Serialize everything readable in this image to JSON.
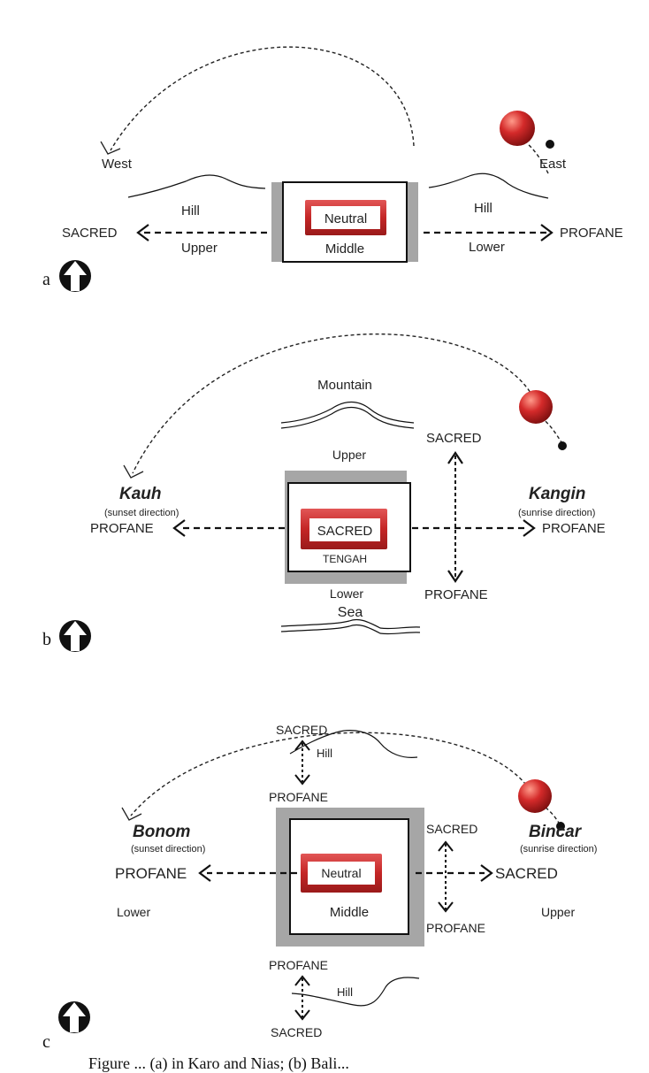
{
  "colors": {
    "sun": "#d42a2a",
    "box_red": "#cf2f2f",
    "frame_gray": "#a6a6a6",
    "ink": "#111111"
  },
  "panel_a": {
    "letter": "a",
    "west": "West",
    "east": "East",
    "hill_left": "Hill",
    "hill_right": "Hill",
    "sacred": "SACRED",
    "profane": "PROFANE",
    "upper": "Upper",
    "lower": "Lower",
    "center_box": "Neutral",
    "center_label": "Middle"
  },
  "panel_b": {
    "letter": "b",
    "mountain": "Mountain",
    "upper": "Upper",
    "lower": "Lower",
    "sea": "Sea",
    "kauh": "Kauh",
    "kauh_sub": "(sunset direction)",
    "kangin": "Kangin",
    "kangin_sub": "(sunrise direction)",
    "profane_left": "PROFANE",
    "profane_right": "PROFANE",
    "sacred_top": "SACRED",
    "profane_bottom": "PROFANE",
    "center_box": "SACRED",
    "center_label": "TENGAH"
  },
  "panel_c": {
    "letter": "c",
    "top_sacred": "SACRED",
    "top_hill": "Hill",
    "top_profane": "PROFANE",
    "bonom": "Bonom",
    "bonom_sub": "(sunset direction)",
    "bincar": "Bincar",
    "bincar_sub": "(sunrise direction)",
    "profane_left": "PROFANE",
    "sacred_right": "SACRED",
    "lower": "Lower",
    "upper": "Upper",
    "right_sacred": "SACRED",
    "right_profane": "PROFANE",
    "center_box": "Neutral",
    "center_label": "Middle",
    "bottom_profane": "PROFANE",
    "bottom_hill": "Hill",
    "bottom_sacred": "SACRED"
  },
  "caption": "Figure ... (a) in Karo and Nias; (b) Bali..."
}
